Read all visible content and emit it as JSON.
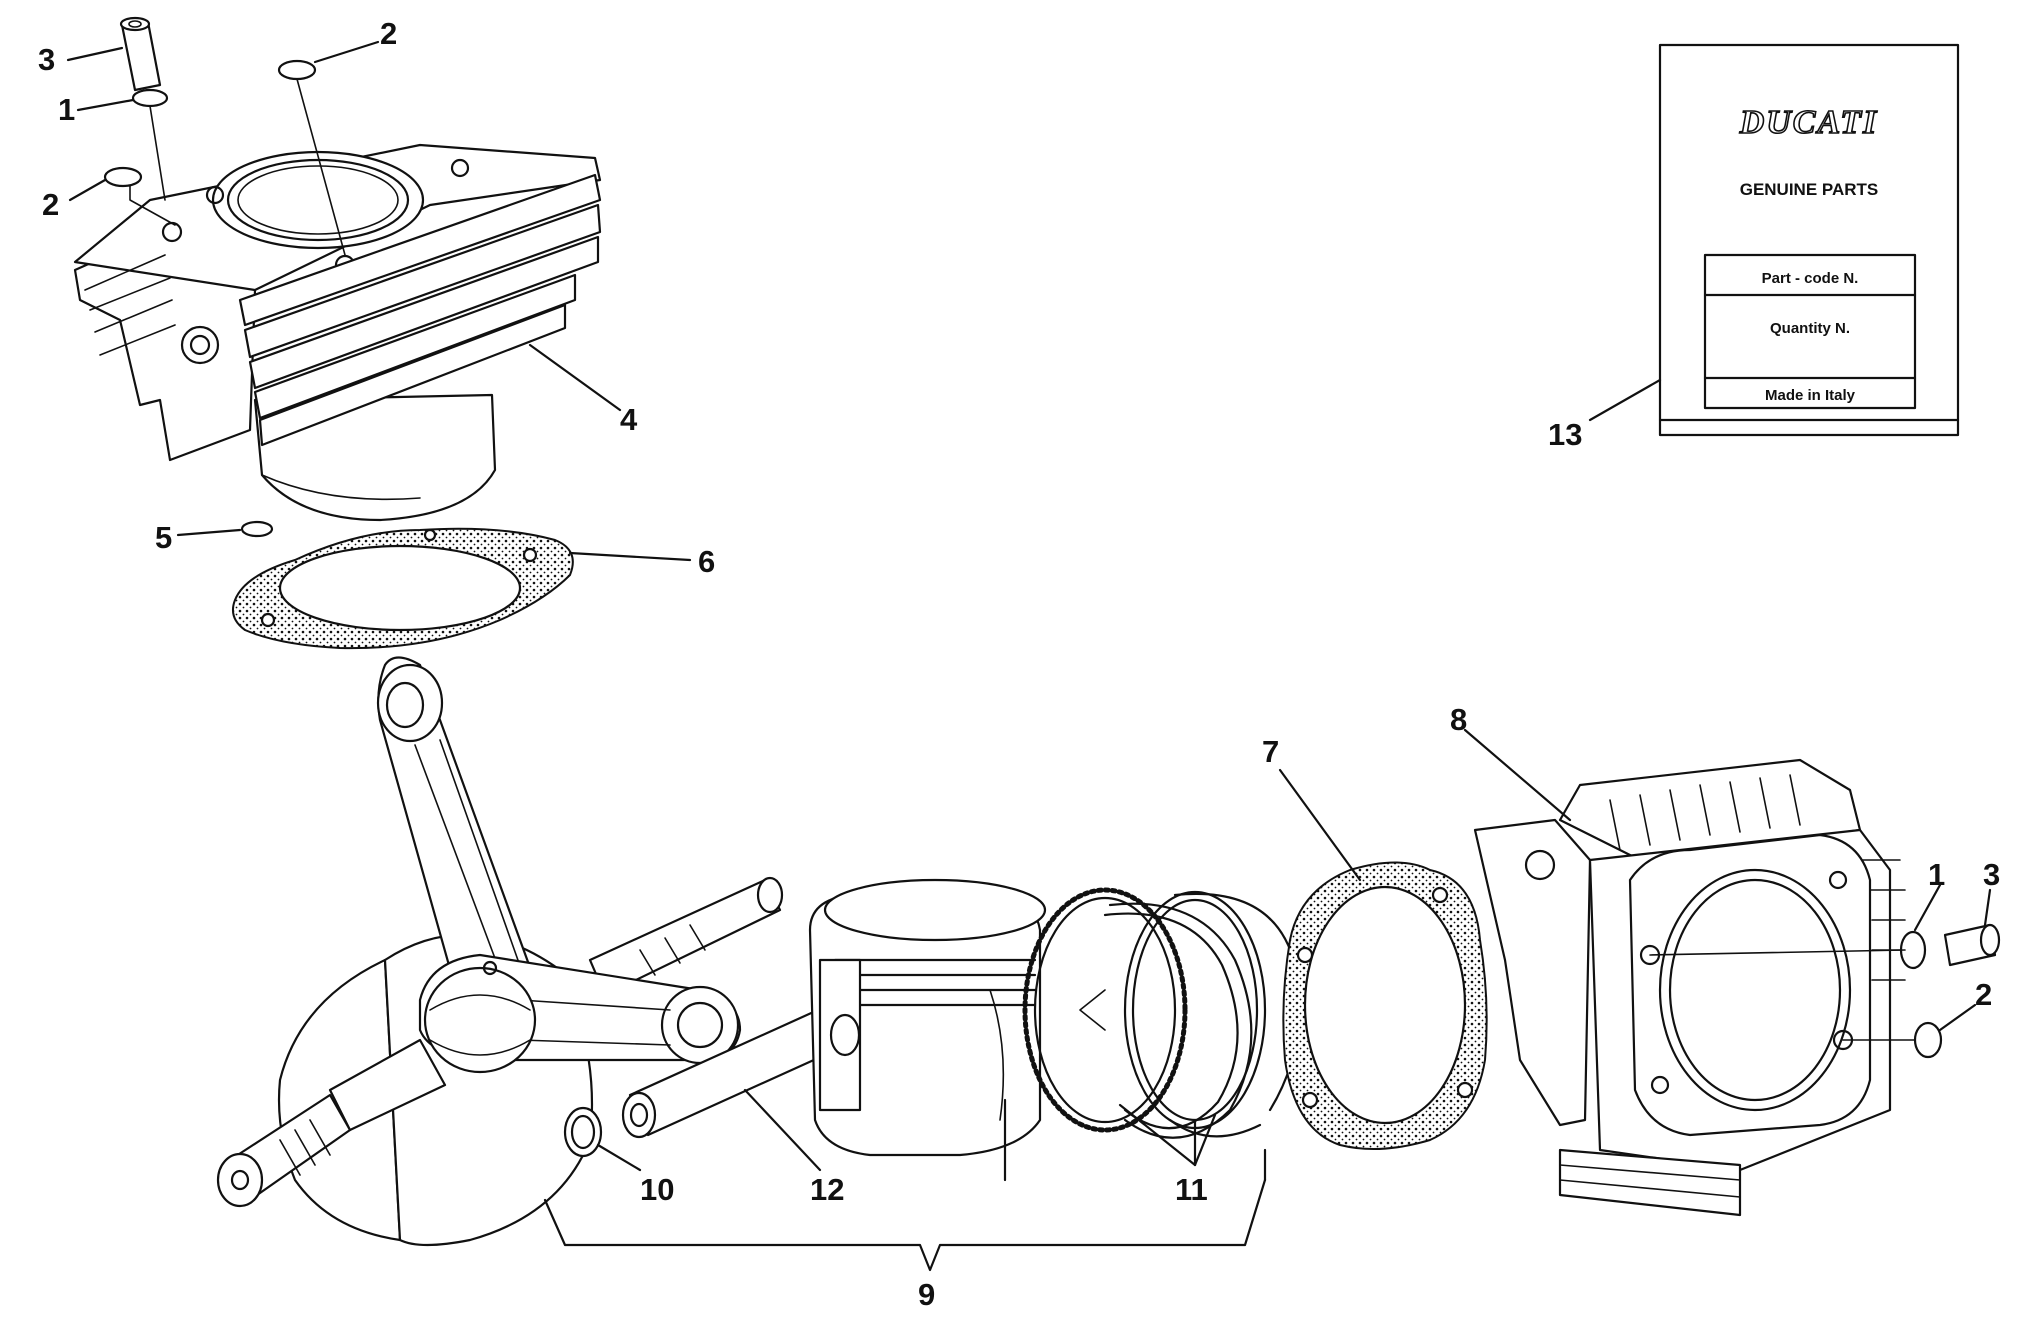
{
  "diagram": {
    "callouts": {
      "c1a": "1",
      "c2a": "2",
      "c2b": "2",
      "c3a": "3",
      "c4": "4",
      "c5": "5",
      "c6": "6",
      "c7": "7",
      "c8": "8",
      "c9": "9",
      "c10": "10",
      "c11": "11",
      "c12": "12",
      "c13": "13",
      "c1b": "1",
      "c2c": "2",
      "c3b": "3"
    },
    "parts_label": {
      "brand": "DUCATI",
      "subtitle": "GENUINE PARTS",
      "part_code": "Part - code N.",
      "quantity": "Quantity N.",
      "origin": "Made in Italy"
    }
  }
}
